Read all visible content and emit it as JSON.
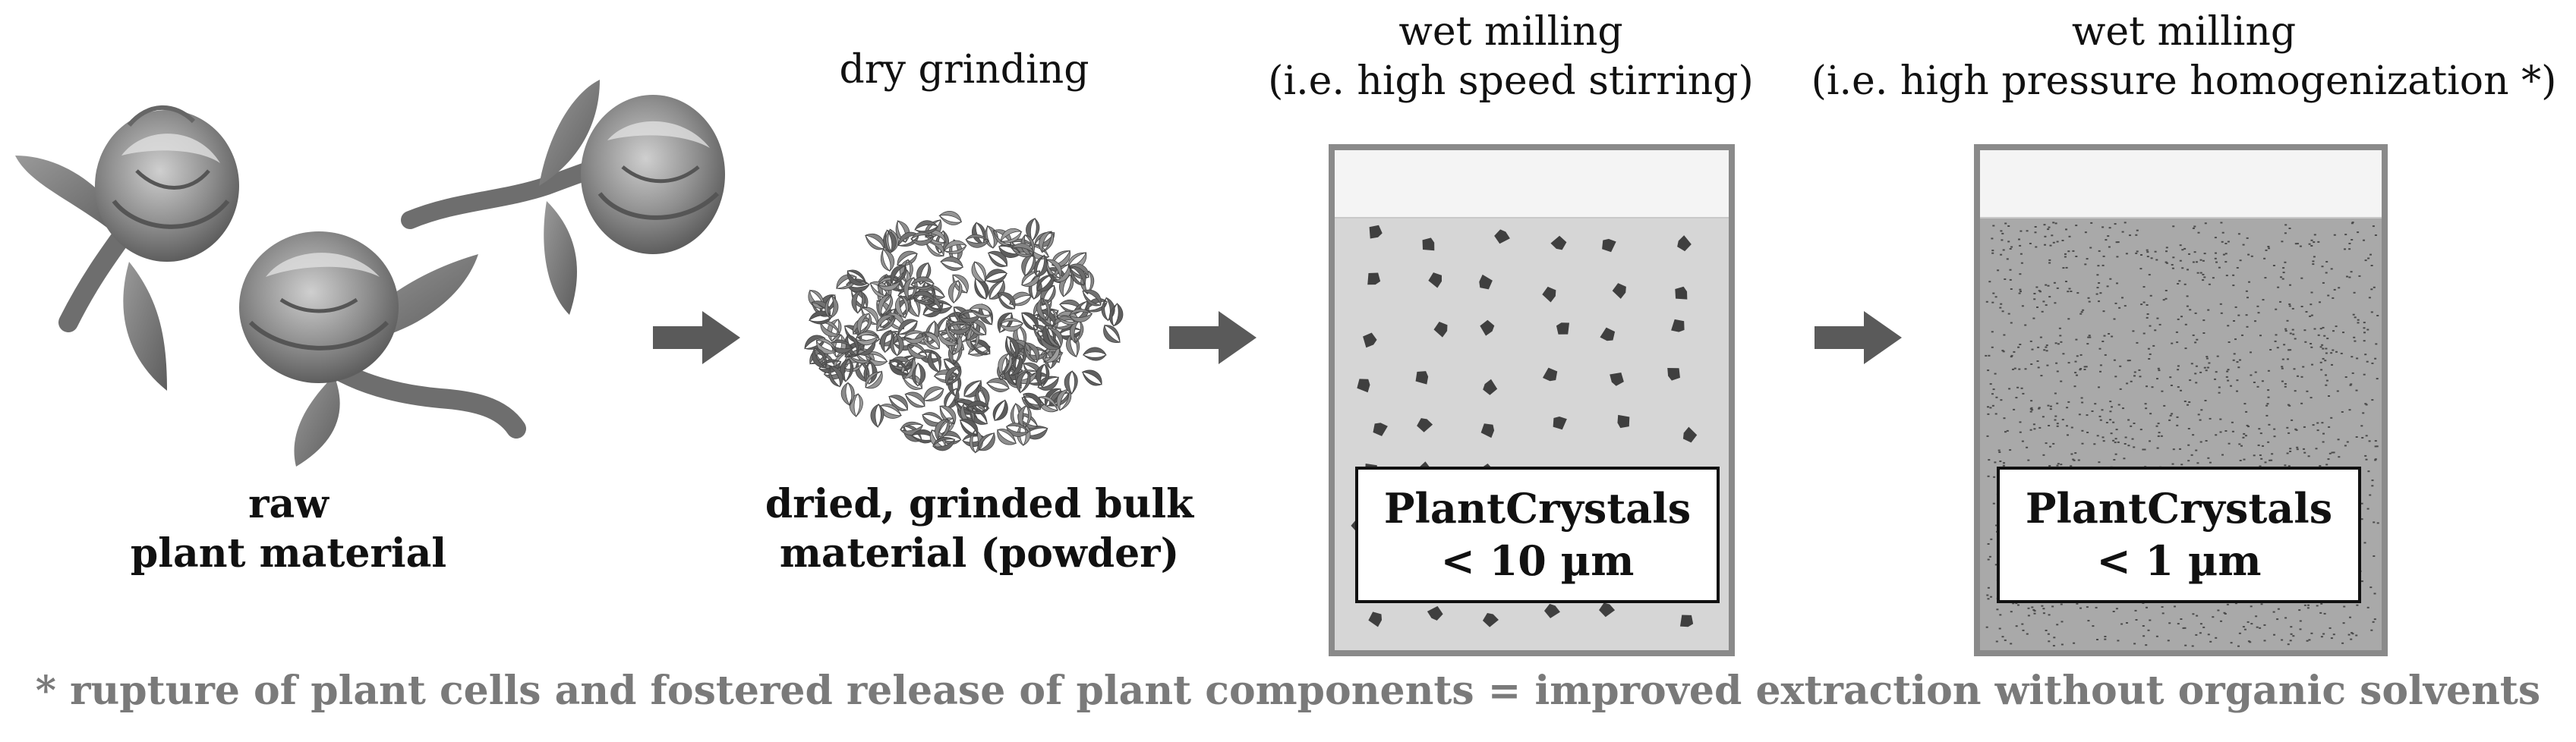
{
  "steps": [
    {
      "title": "",
      "caption_line1": "raw",
      "caption_line2": "plant material"
    },
    {
      "title": "dry grinding",
      "caption_line1": "dried, grinded bulk",
      "caption_line2": "material (powder)"
    },
    {
      "title_line1": "wet milling",
      "title_line2": "(i.e. high speed stirring)",
      "box_line1": "PlantCrystals",
      "box_line2": "< 10 µm"
    },
    {
      "title_line1": "wet milling",
      "title_line2": "(i.e. high pressure homogenization *)",
      "box_line1": "PlantCrystals",
      "box_line2": "< 1 µm"
    }
  ],
  "footnote": "* rupture of plant cells and fostered release of plant components = improved extraction without organic solvents",
  "icons": [
    "rose-flower-icon",
    "powder-pile-icon",
    "suspension-particles-icon",
    "fine-suspension-icon",
    "right-arrow-icon"
  ],
  "colors": {
    "arrow": "#5a5a5a",
    "beaker_border": "#8a8a8a",
    "liquid_coarse": "#d6d6d6",
    "liquid_fine": "#a9a9a9",
    "footnote": "#7a7a7a"
  }
}
